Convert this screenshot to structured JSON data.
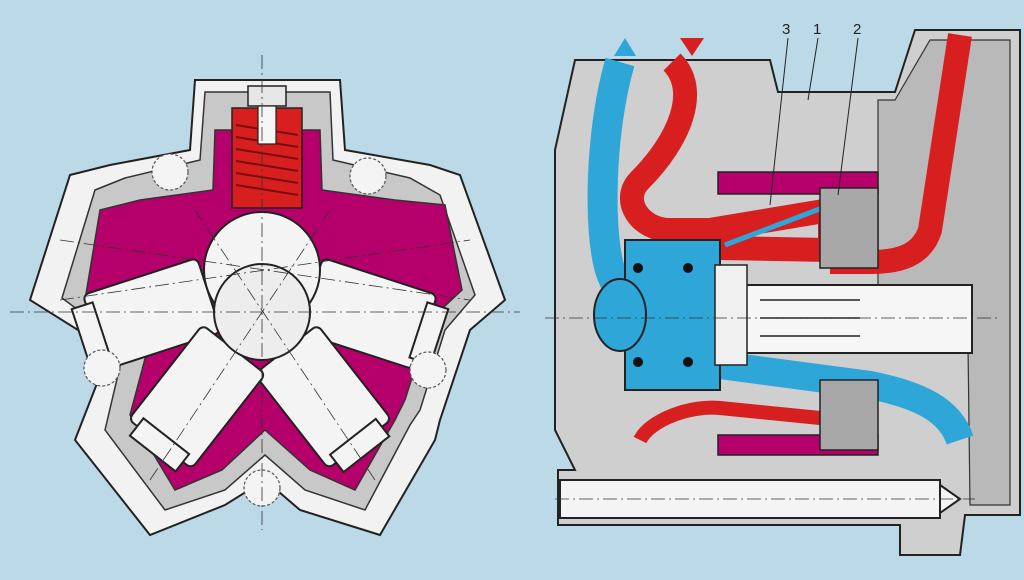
{
  "colors": {
    "background": "#bcd9e8",
    "housing": "#cfcfcf",
    "housing_dark": "#a9a9a9",
    "oil_chamber": "#b5006b",
    "pressure_line": "#d81f1f",
    "return_line": "#2fa6d8",
    "piston": "#f4f4f4",
    "outline": "#222222"
  },
  "icons": {
    "supply_marker": "red-triangle-down-icon",
    "return_marker": "blue-triangle-up-icon"
  },
  "callouts": [
    "3",
    "1",
    "2"
  ]
}
